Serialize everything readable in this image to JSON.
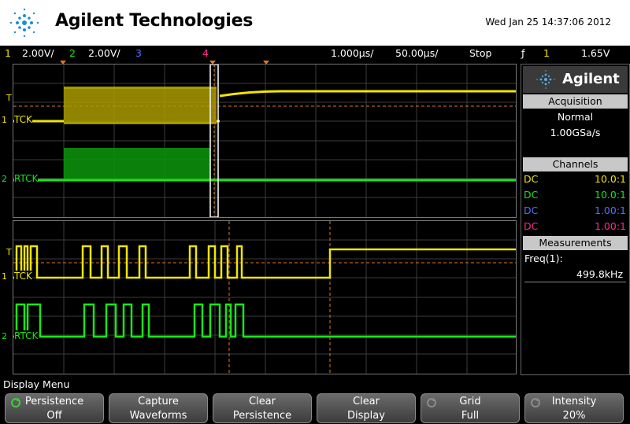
{
  "header": {
    "brand": "Agilent Technologies",
    "datetime": "Wed Jan 25 14:37:06 2012"
  },
  "status": {
    "ch1_num": "1",
    "ch1_scale": "2.00V/",
    "ch2_num": "2",
    "ch2_scale": "2.00V/",
    "ch3_num": "3",
    "ch4_num": "4",
    "timebase": "1.000μs/",
    "delay": "50.00μs/",
    "run_state": "Stop",
    "trigger_icon": "ƒ",
    "trigger_source": "1",
    "trigger_level": "1.65V"
  },
  "colors": {
    "ch1": "#f0e600",
    "ch2": "#17e617",
    "ch3": "#5a6cff",
    "ch4": "#ff2a8a",
    "orange": "#e07a1a"
  },
  "upper_labels": {
    "ch1": "TCK",
    "ch2": "RTCK",
    "ch1_num": "1",
    "ch2_num": "2",
    "t": "T"
  },
  "lower_labels": {
    "ch1": "TCK",
    "ch2": "RTCK",
    "ch1_num": "1",
    "ch2_num": "2",
    "t": "T"
  },
  "panel": {
    "logo": "Agilent",
    "acquisition_title": "Acquisition",
    "acq_mode": "Normal",
    "acq_rate": "1.00GSa/s",
    "channels_title": "Channels",
    "channels": [
      {
        "coupling": "DC",
        "probe": "10.0:1"
      },
      {
        "coupling": "DC",
        "probe": "10.0:1"
      },
      {
        "coupling": "DC",
        "probe": "1.00:1"
      },
      {
        "coupling": "DC",
        "probe": "1.00:1"
      }
    ],
    "measurements_title": "Measurements",
    "meas_label": "Freq(1):",
    "meas_value": "499.8kHz"
  },
  "menu": {
    "title": "Display Menu",
    "softkeys": [
      {
        "line1": "Persistence",
        "line2": "Off"
      },
      {
        "line1": "Capture",
        "line2": "Waveforms"
      },
      {
        "line1": "Clear",
        "line2": "Persistence"
      },
      {
        "line1": "Clear",
        "line2": "Display"
      },
      {
        "line1": "Grid",
        "line2": "Full"
      },
      {
        "line1": "Intensity",
        "line2": "20%"
      }
    ]
  }
}
